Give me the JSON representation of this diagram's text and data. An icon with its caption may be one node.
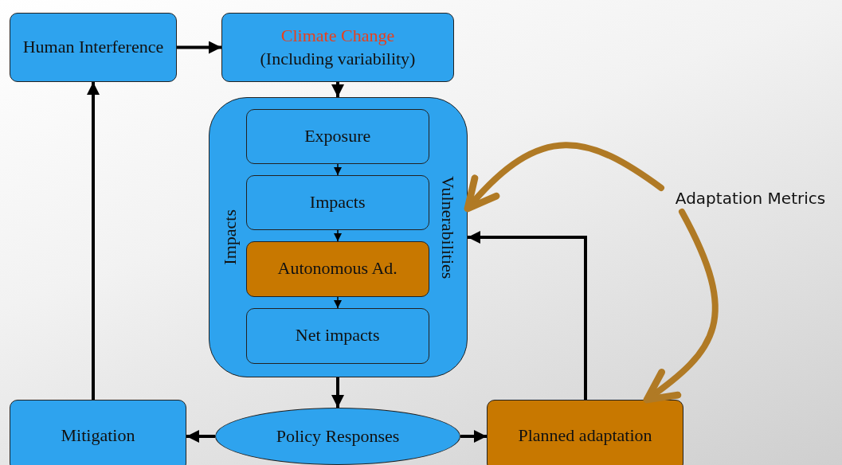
{
  "diagram": {
    "nodes": [
      {
        "text": [
          "Human Interference"
        ]
      },
      {
        "text": [
          "Climate Change",
          "(Including variability)"
        ]
      },
      {
        "text": [
          "Impacts",
          "Vulnerabilities"
        ]
      },
      {
        "text": [
          "Exposure"
        ],
        "in": 2
      },
      {
        "text": [
          "Impacts"
        ],
        "in": 2
      },
      {
        "text": [
          "Autonomous Ad."
        ],
        "in": 2
      },
      {
        "text": [
          "Net impacts"
        ],
        "in": 2
      },
      {
        "text": [
          "Mitigation"
        ]
      },
      {
        "text": [
          "Policy Responses"
        ]
      },
      {
        "text": [
          "Planned adaptation"
        ]
      },
      {
        "text": [
          "Adaptation Metrics"
        ]
      }
    ],
    "edges": [
      {
        "from": 0,
        "to": 1,
        "arrow": "to"
      },
      {
        "from": 1,
        "to": 2,
        "arrow": "to"
      },
      {
        "from": 3,
        "to": 4,
        "arrow": "to"
      },
      {
        "from": 4,
        "to": 5,
        "arrow": "to"
      },
      {
        "from": 5,
        "to": 6,
        "arrow": "to"
      },
      {
        "from": 2,
        "to": 8,
        "arrow": "to"
      },
      {
        "from": 8,
        "to": 7,
        "arrow": "to"
      },
      {
        "from": 8,
        "to": 9,
        "arrow": "to"
      },
      {
        "from": 9,
        "to": 2,
        "arrow": "to"
      },
      {
        "from": 7,
        "to": 0,
        "arrow": "to"
      },
      {
        "from": 10,
        "to": 2,
        "arrow": "to",
        "style": "thick",
        "color": "#b07a25"
      },
      {
        "from": 10,
        "to": 9,
        "arrow": "to",
        "style": "thick",
        "color": "#b07a25"
      }
    ]
  }
}
